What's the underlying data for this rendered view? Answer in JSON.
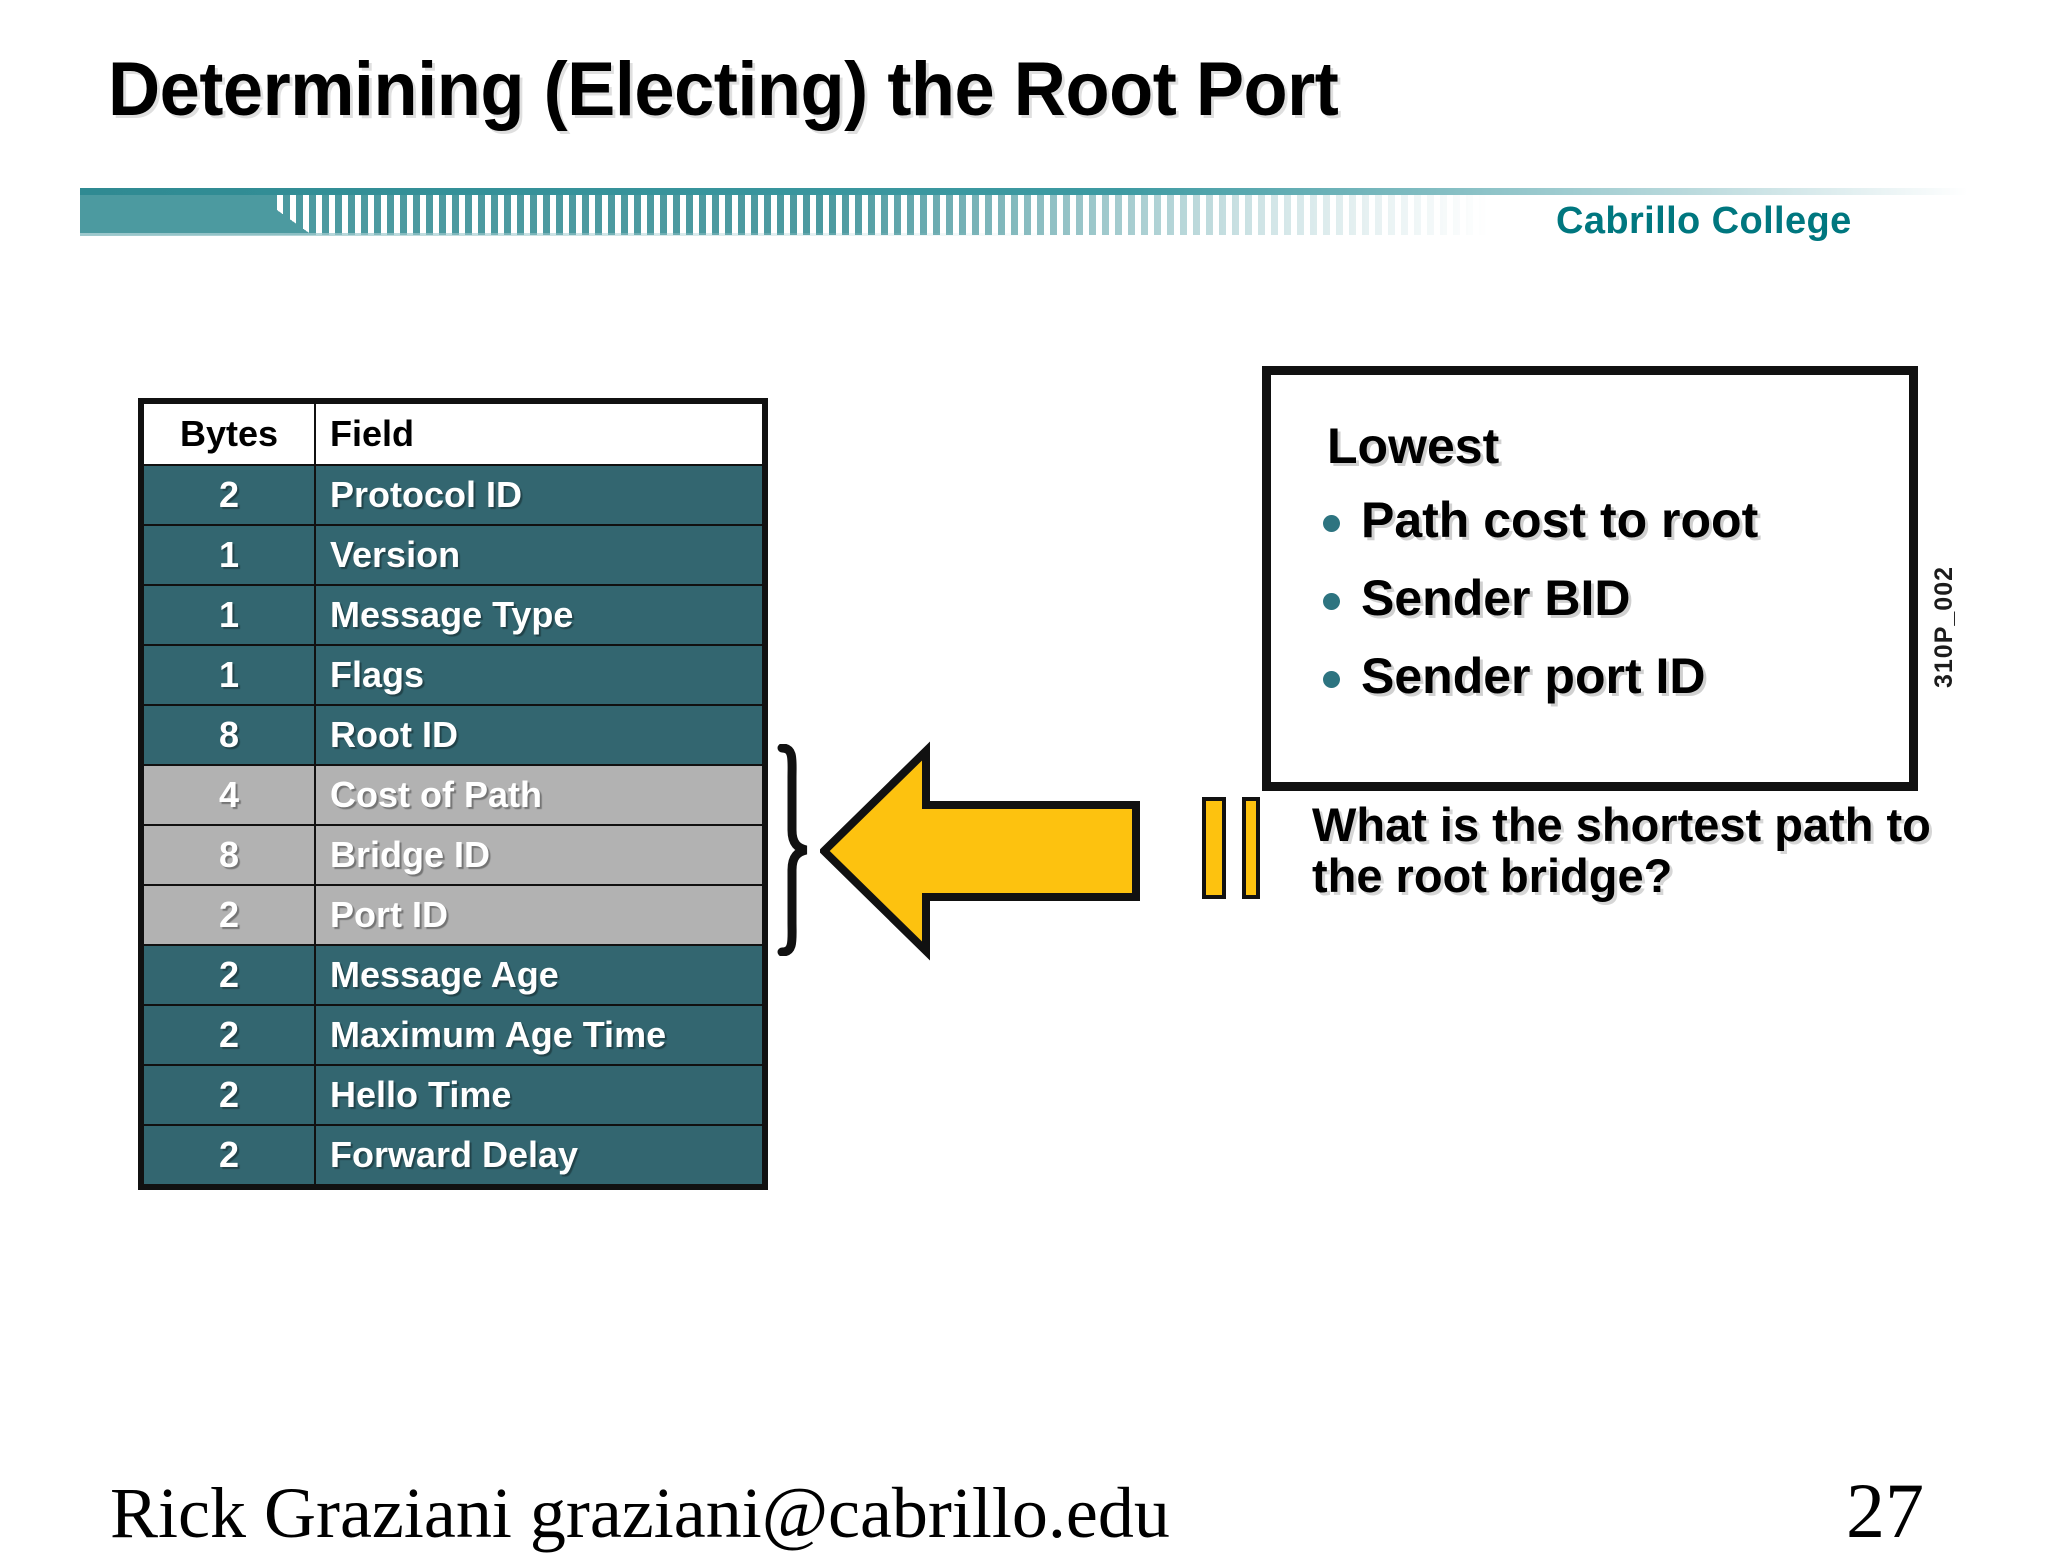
{
  "slide": {
    "title": "Determining (Electing) the Root Port",
    "brand": "Cabrillo College",
    "figure_code": "310P_002",
    "accent_teal": "#336670",
    "brand_teal": "#00777f",
    "row_gray": "#b2b2b2",
    "arrow_yellow": "#FDC20F"
  },
  "bpdu_table": {
    "headers": [
      "Bytes",
      "Field"
    ],
    "rows": [
      {
        "bytes": "2",
        "field": "Protocol ID",
        "style": "teal"
      },
      {
        "bytes": "1",
        "field": "Version",
        "style": "teal"
      },
      {
        "bytes": "1",
        "field": "Message Type",
        "style": "teal"
      },
      {
        "bytes": "1",
        "field": "Flags",
        "style": "teal"
      },
      {
        "bytes": "8",
        "field": "Root ID",
        "style": "teal"
      },
      {
        "bytes": "4",
        "field": "Cost of Path",
        "style": "gray"
      },
      {
        "bytes": "8",
        "field": "Bridge ID",
        "style": "gray"
      },
      {
        "bytes": "2",
        "field": "Port ID",
        "style": "gray"
      },
      {
        "bytes": "2",
        "field": "Message Age",
        "style": "teal"
      },
      {
        "bytes": "2",
        "field": "Maximum Age Time",
        "style": "teal"
      },
      {
        "bytes": "2",
        "field": "Hello Time",
        "style": "teal"
      },
      {
        "bytes": "2",
        "field": "Forward Delay",
        "style": "teal"
      }
    ]
  },
  "callout": {
    "heading": "Lowest",
    "bullets": [
      "Path cost to root",
      "Sender BID",
      "Sender port ID"
    ]
  },
  "question": "What is the shortest path to the root bridge?",
  "footer": {
    "author": "Rick Graziani  graziani@cabrillo.edu",
    "page_number": "27"
  }
}
